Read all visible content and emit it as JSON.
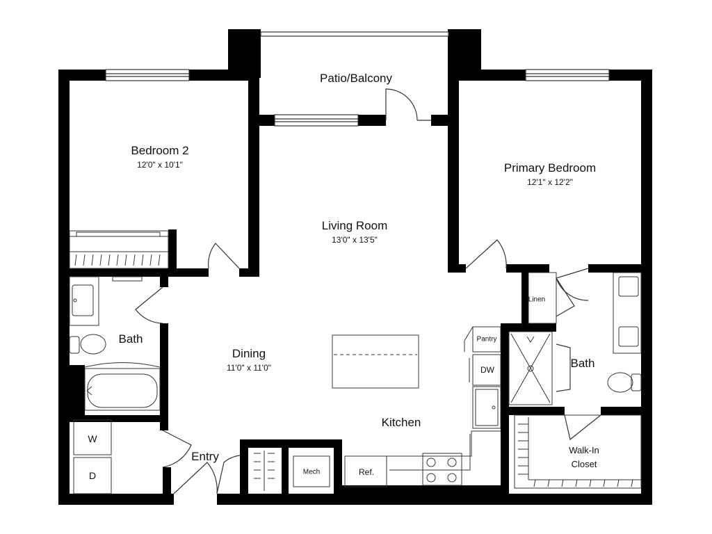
{
  "rooms": {
    "patio": {
      "name": "Patio/Balcony"
    },
    "bedroom2": {
      "name": "Bedroom 2",
      "dims": "12'0\" x 10'1\""
    },
    "primary": {
      "name": "Primary Bedroom",
      "dims": "12'1\" x 12'2\""
    },
    "living": {
      "name": "Living Room",
      "dims": "13'0\" x 13'5\""
    },
    "dining": {
      "name": "Dining",
      "dims": "11'0\" x 11'0\""
    },
    "bath1": {
      "name": "Bath"
    },
    "bath2": {
      "name": "Bath"
    },
    "kitchen": {
      "name": "Kitchen"
    },
    "entry": {
      "name": "Entry"
    },
    "closet": {
      "name_line1": "Walk-In",
      "name_line2": "Closet"
    },
    "linen": {
      "name": "Linen"
    }
  },
  "fixtures": {
    "washer": "W",
    "dryer": "D",
    "mech": "Mech",
    "ref": "Ref.",
    "dw": "DW",
    "pantry": "Pantry"
  },
  "colors": {
    "wall": "#000000",
    "line": "#333333",
    "background": "#ffffff"
  }
}
